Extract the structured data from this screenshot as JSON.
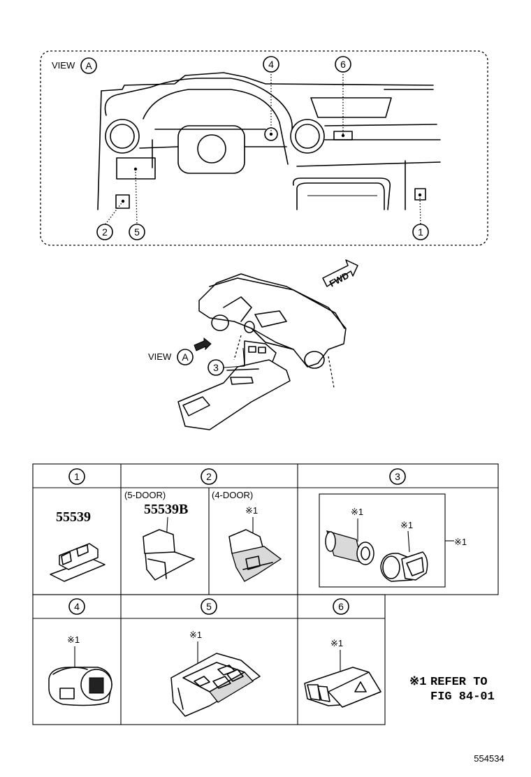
{
  "view_panel": {
    "view_label": "VIEW",
    "view_letter": "A",
    "callouts": [
      "1",
      "2",
      "4",
      "5",
      "6"
    ]
  },
  "overview": {
    "view_label": "VIEW",
    "view_letter": "A",
    "fwd_label": "FWD",
    "callout": "3"
  },
  "table": {
    "headers": [
      "1",
      "2",
      "3",
      "4",
      "5",
      "6"
    ],
    "cell1": {
      "part_code": "55539"
    },
    "cell2": {
      "left_variant": "(5-DOOR)",
      "left_code": "55539B",
      "right_variant": "(4-DOOR)",
      "right_ref": "※1"
    },
    "cell3": {
      "refs": [
        "※1",
        "※1",
        "※1"
      ]
    },
    "cell4": {
      "ref": "※1"
    },
    "cell5": {
      "ref": "※1"
    },
    "cell6": {
      "ref": "※1"
    }
  },
  "note": {
    "mark": "※1",
    "line1": "REFER TO",
    "line2": "FIG 84-01"
  },
  "figure_number": "554534"
}
